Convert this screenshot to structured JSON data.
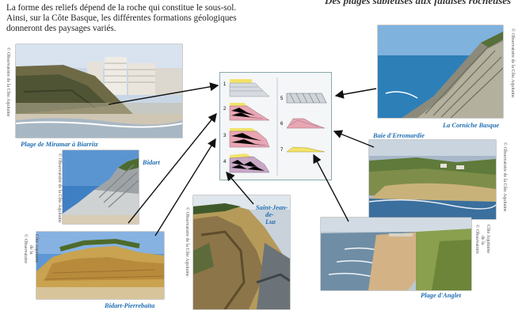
{
  "intro": {
    "line1": "La forme des reliefs dépend de la roche qui constitue le sous-sol.",
    "line2": "Ainsi, sur la Côte Basque, les différentes formations géologiques",
    "line3": "donneront des paysages variés."
  },
  "corner_title": "Des plages sableuses aux falaises rocheuses",
  "captions": {
    "miramar": "Plage de Miramar à Biarritz",
    "bidart": "Bidart",
    "bidart_pierrebaita": "Bidart-Pierrebaïta",
    "saint_jean": [
      "Saint-Jean-",
      "de-",
      "Luz"
    ],
    "corniche": "La Corniche Basque",
    "erromardie": "Baie d'Erromardie",
    "anglet": "Plage d'Anglet"
  },
  "credits": {
    "standard": "© Observatoire de la Côte Aquitaine",
    "short": [
      "© Observatoire",
      "de la",
      "Côte Aquitaine"
    ]
  },
  "diagram": {
    "numbers": [
      "1",
      "2",
      "3",
      "4",
      "5",
      "6",
      "7"
    ]
  },
  "colors": {
    "caption": "#1f6fb3",
    "panel_bg": "#f4f6f8",
    "yellow_layer": "#f2e36a",
    "pink_layer": "#e8a6b4",
    "grey_layer": "#9aa3ad"
  }
}
